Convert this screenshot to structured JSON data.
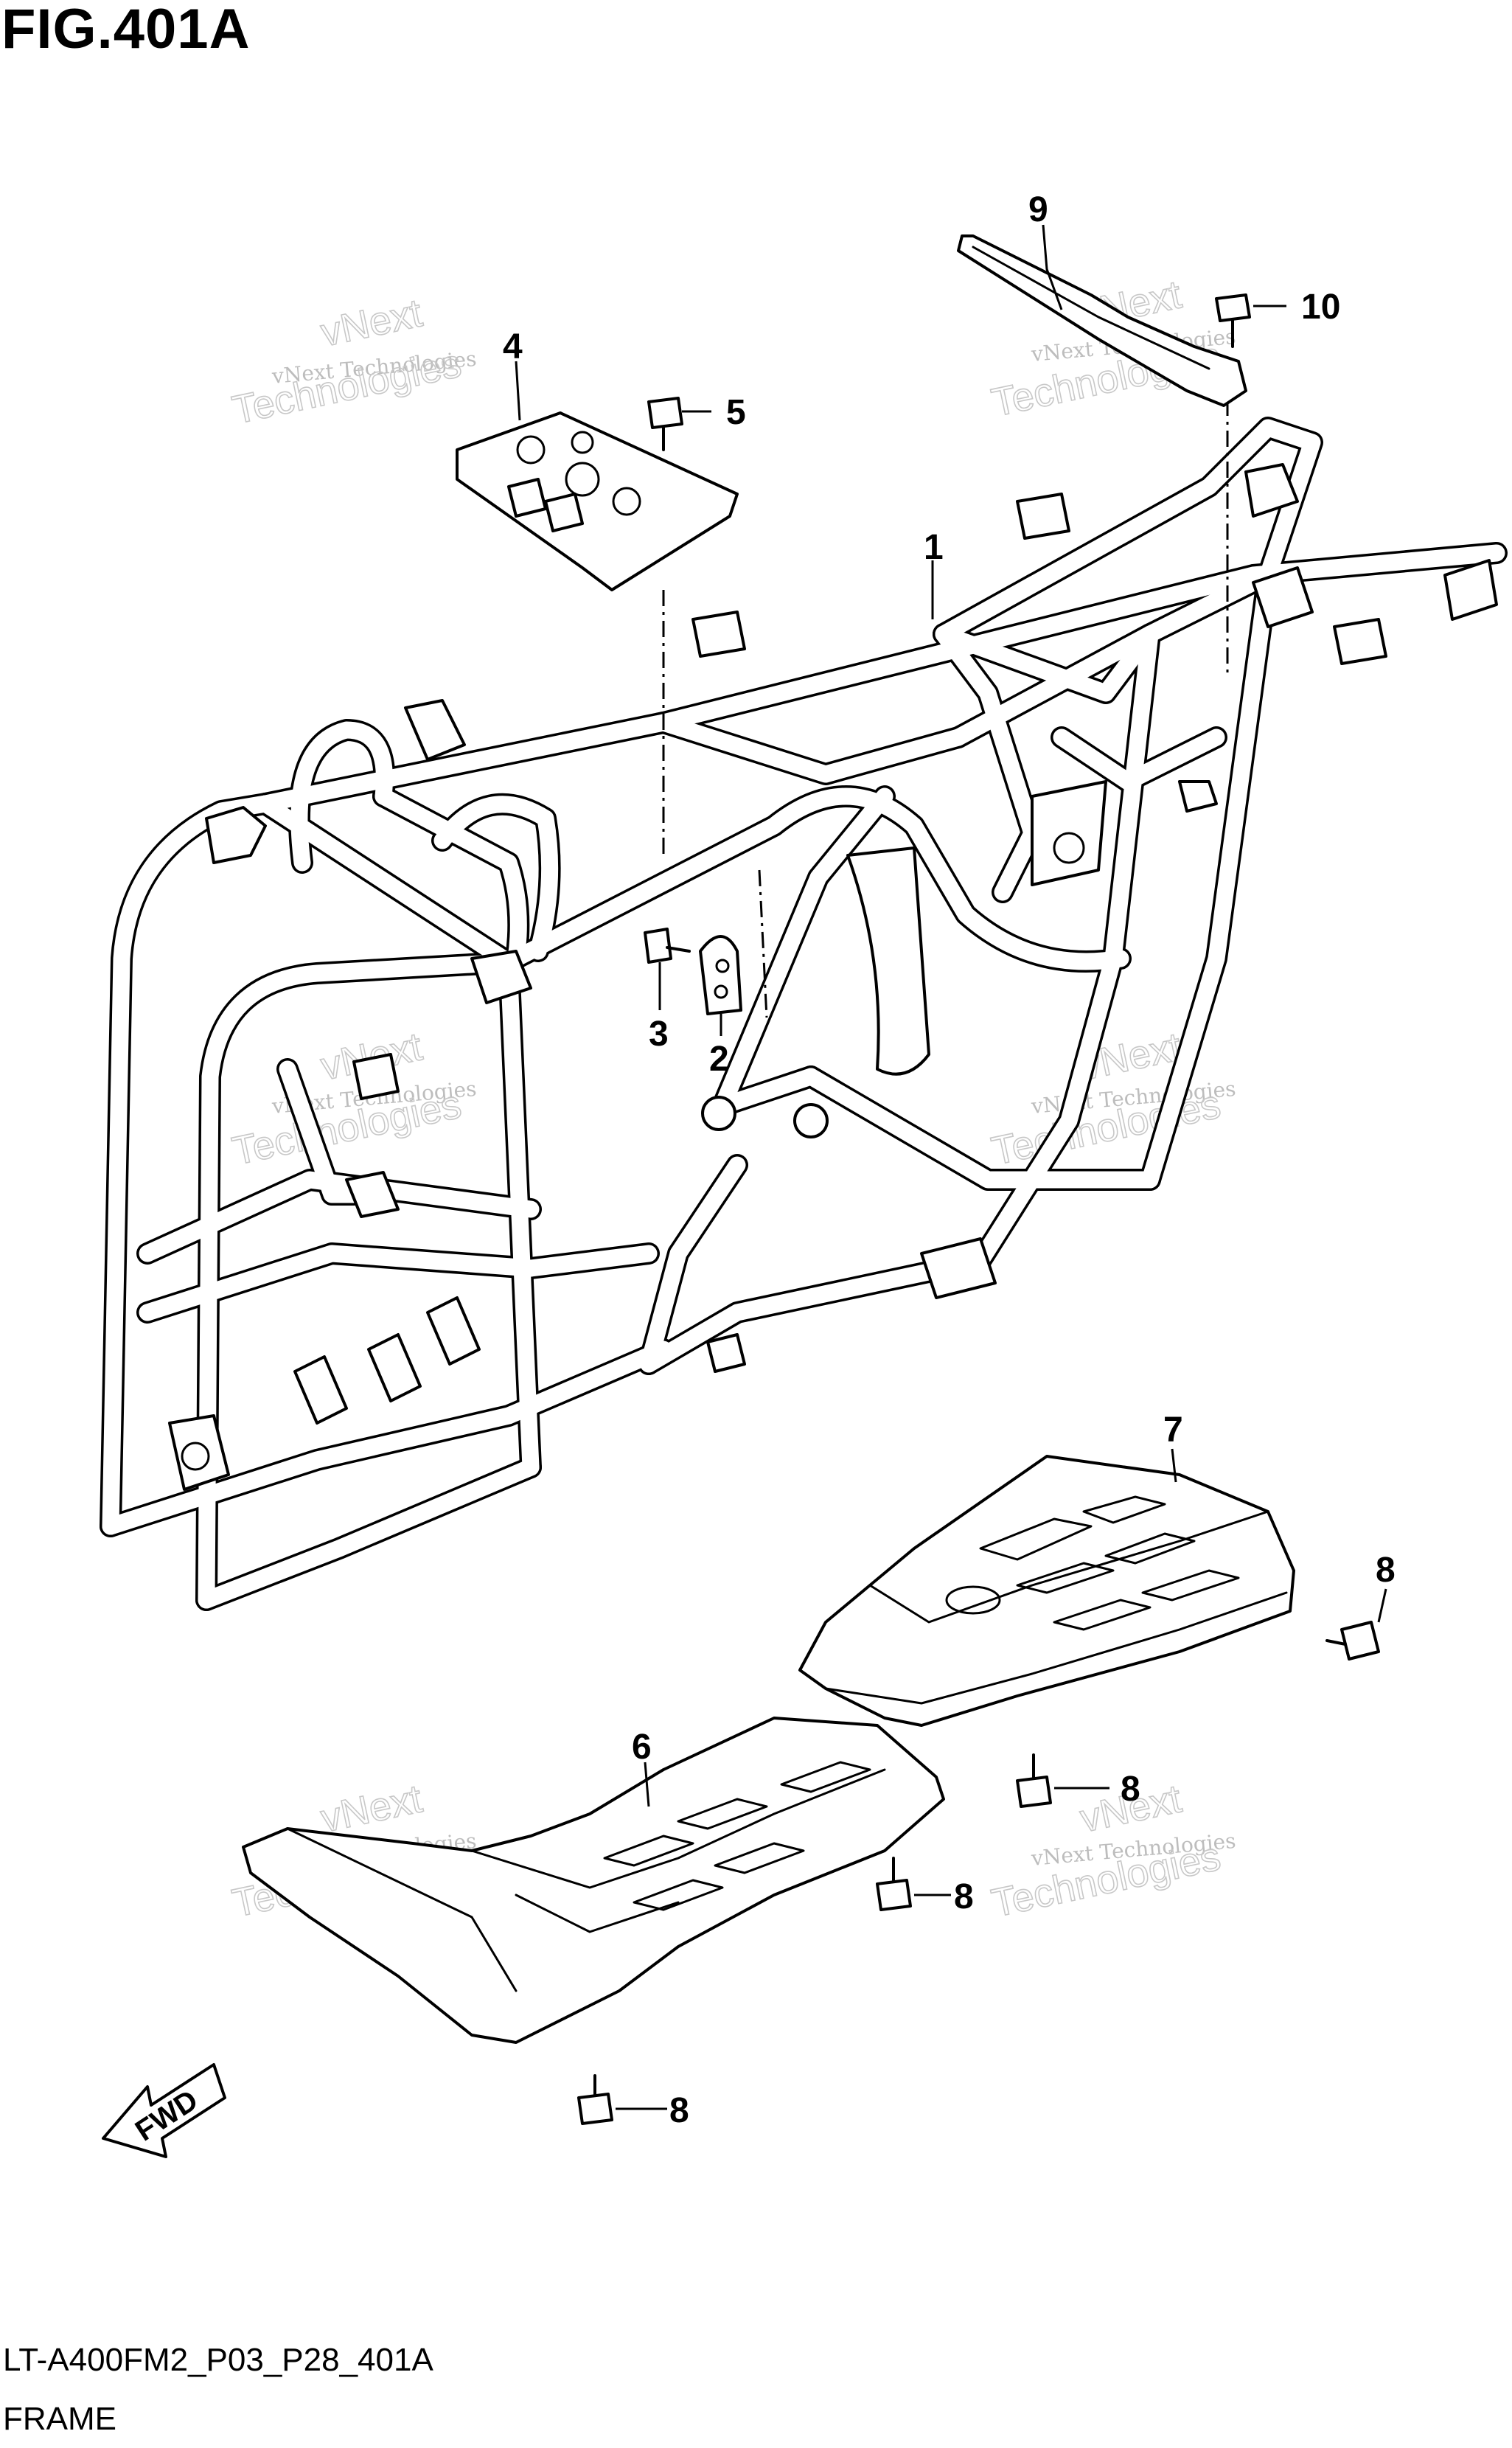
{
  "figure": {
    "title": "FIG.401A",
    "code": "LT-A400FM2_P03_P28_401A",
    "name": "FRAME"
  },
  "callouts": [
    "1",
    "2",
    "3",
    "4",
    "5",
    "6",
    "7",
    "8",
    "9",
    "10"
  ],
  "direction_label": "FWD",
  "watermark": {
    "line1": "vNext Technologies",
    "line2": "vNext",
    "line3": "Technologies"
  },
  "colors": {
    "ink": "#000000",
    "background": "#ffffff",
    "watermark": "#bdbdbd"
  }
}
